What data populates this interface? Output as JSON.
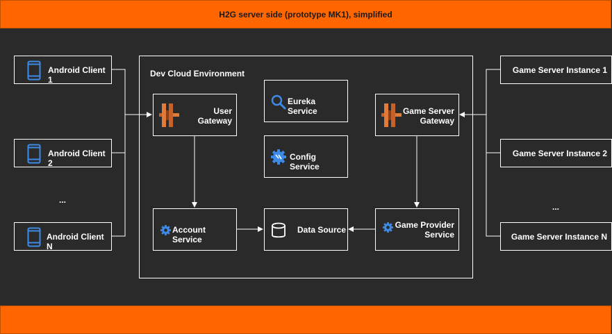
{
  "title": "H2G server side (prototype MK1), simplified",
  "container_label": "Dev Cloud Environment",
  "android_clients": [
    "Android Client 1",
    "Android Client 2",
    "Android Client N"
  ],
  "clients_ellipsis": "...",
  "game_instances": [
    "Game Server Instance 1",
    "Game Server Instance 2",
    "Game Server Instance N"
  ],
  "instances_ellipsis": "...",
  "services": {
    "user_gateway": [
      "User",
      "Gateway"
    ],
    "game_server_gateway": [
      "Game Server",
      "Gateway"
    ],
    "eureka": "Eureka Service",
    "config": "Config Service",
    "account": "Account Service",
    "data_source": "Data Source",
    "game_provider": [
      "Game Provider",
      "Service"
    ]
  },
  "icons": {
    "android": "mobile-phone-icon",
    "gateway": "aws-gateway-icon",
    "eureka": "search-icon",
    "config": "config-gear-icon",
    "account": "gear-icon",
    "data_source": "database-icon",
    "game_provider": "gear-icon"
  },
  "colors": {
    "banner": "#ff6600",
    "background": "#2a2a2a",
    "gateway_icon": "#e07b39",
    "service_icon": "#3d8be8"
  }
}
